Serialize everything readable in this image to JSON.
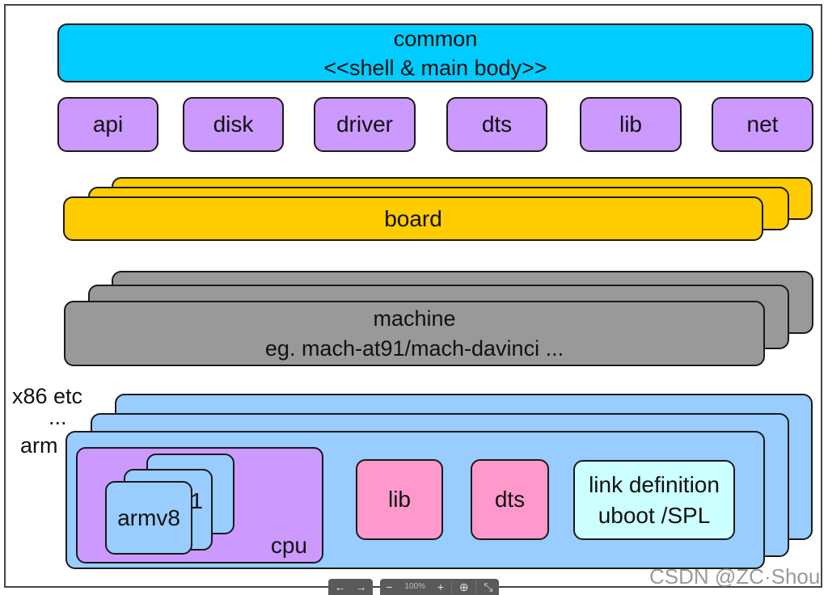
{
  "colors": {
    "common": "#00ccff",
    "module": "#cc99ff",
    "board": "#ffcc00",
    "machine": "#999999",
    "arch": "#99ccff",
    "cpu": "#cc99ff",
    "arch_module": "#ff99cc",
    "link": "#ccffff"
  },
  "common": {
    "title": "common",
    "subtitle": "<<shell & main body>>"
  },
  "modules": [
    {
      "label": "api"
    },
    {
      "label": "disk"
    },
    {
      "label": "driver"
    },
    {
      "label": "dts"
    },
    {
      "label": "lib"
    },
    {
      "label": "net"
    }
  ],
  "board": {
    "label": "board"
  },
  "machine": {
    "title": "machine",
    "subtitle": "eg. mach-at91/mach-davinci ..."
  },
  "arch": {
    "side_labels": [
      "x86 etc",
      "...",
      "arm"
    ],
    "cpu": {
      "label": "cpu",
      "cores": [
        "armv8",
        "1"
      ]
    },
    "lib": "lib",
    "dts": "dts",
    "link": {
      "line1": "link definition",
      "line2": "uboot /SPL"
    }
  },
  "watermark": "CSDN @ZC·Shou",
  "viewer_toolbar": {
    "prev": "←",
    "next": "→",
    "zoom_out": "−",
    "zoom_level": "100%",
    "zoom_in": "+",
    "download": "⊕",
    "fit": "⤡"
  }
}
